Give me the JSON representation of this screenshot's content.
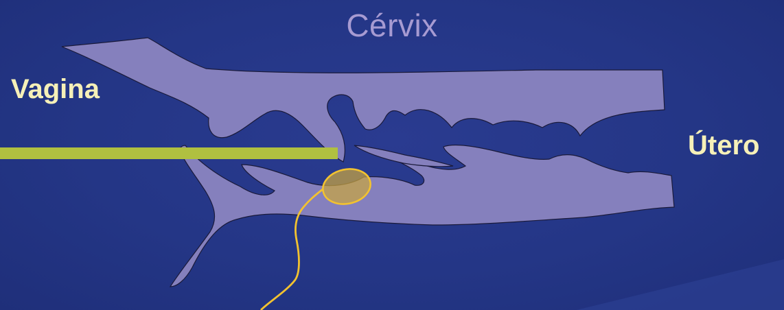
{
  "title": "Cérvix",
  "labels": {
    "left": "Vagina",
    "right": "Útero"
  },
  "colors": {
    "background": "#233584",
    "tissue_fill": "#8580bd",
    "tissue_stroke": "#1a1a3a",
    "title_text": "#a79bd2",
    "label_text": "#f6f0b8",
    "instrument": "#b0c040",
    "crypt_highlight": "#f2c230"
  }
}
